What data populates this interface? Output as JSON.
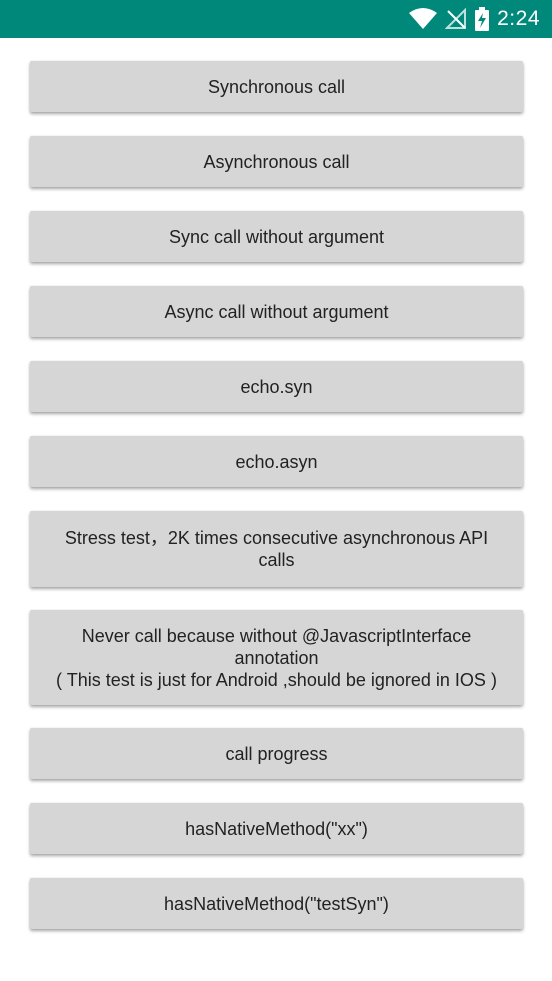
{
  "status_bar": {
    "time": "2:24",
    "background": "#00897b",
    "icons": [
      "wifi-icon",
      "no-signal-icon",
      "battery-charging-icon"
    ]
  },
  "buttons": [
    {
      "label": "Synchronous call"
    },
    {
      "label": "Asynchronous call"
    },
    {
      "label": "Sync call without argument"
    },
    {
      "label": "Async call without argument"
    },
    {
      "label": "echo.syn"
    },
    {
      "label": "echo.asyn"
    },
    {
      "label": "Stress test，2K times consecutive asynchronous API calls"
    },
    {
      "label": "Never call because without @JavascriptInterface annotation\n( This test is just for Android ,should be ignored in IOS )"
    },
    {
      "label": "call progress"
    },
    {
      "label": "hasNativeMethod(\"xx\")"
    },
    {
      "label": "hasNativeMethod(\"testSyn\")"
    }
  ],
  "colors": {
    "button_bg": "#d6d6d6",
    "button_text": "#222222",
    "page_bg": "#ffffff"
  }
}
